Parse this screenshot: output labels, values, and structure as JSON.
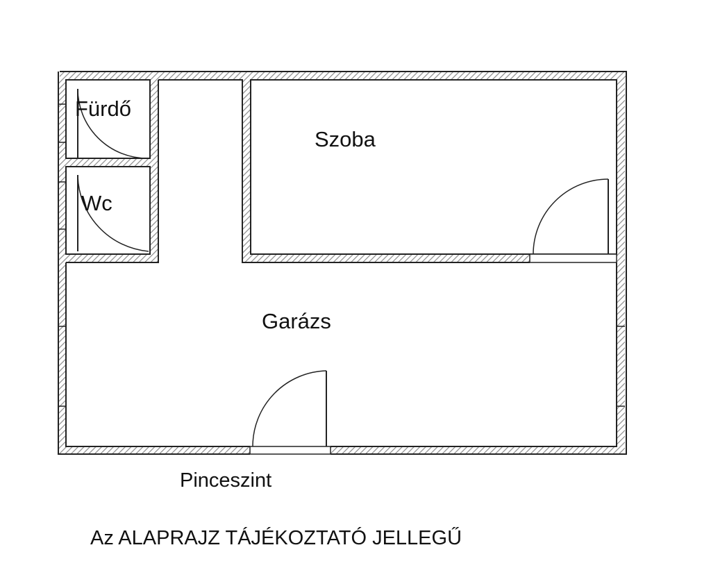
{
  "plan": {
    "rooms": {
      "bathroom": "Fürdő",
      "wc": "Wc",
      "room": "Szoba",
      "garage": "Garázs"
    },
    "level_label": "Pinceszint",
    "disclaimer": "Az ALAPRAJZ TÁJÉKOZTATÓ JELLEGŰ"
  },
  "colors": {
    "wall_hatch": "#8a8a8a",
    "line": "#222222",
    "background": "#ffffff"
  }
}
